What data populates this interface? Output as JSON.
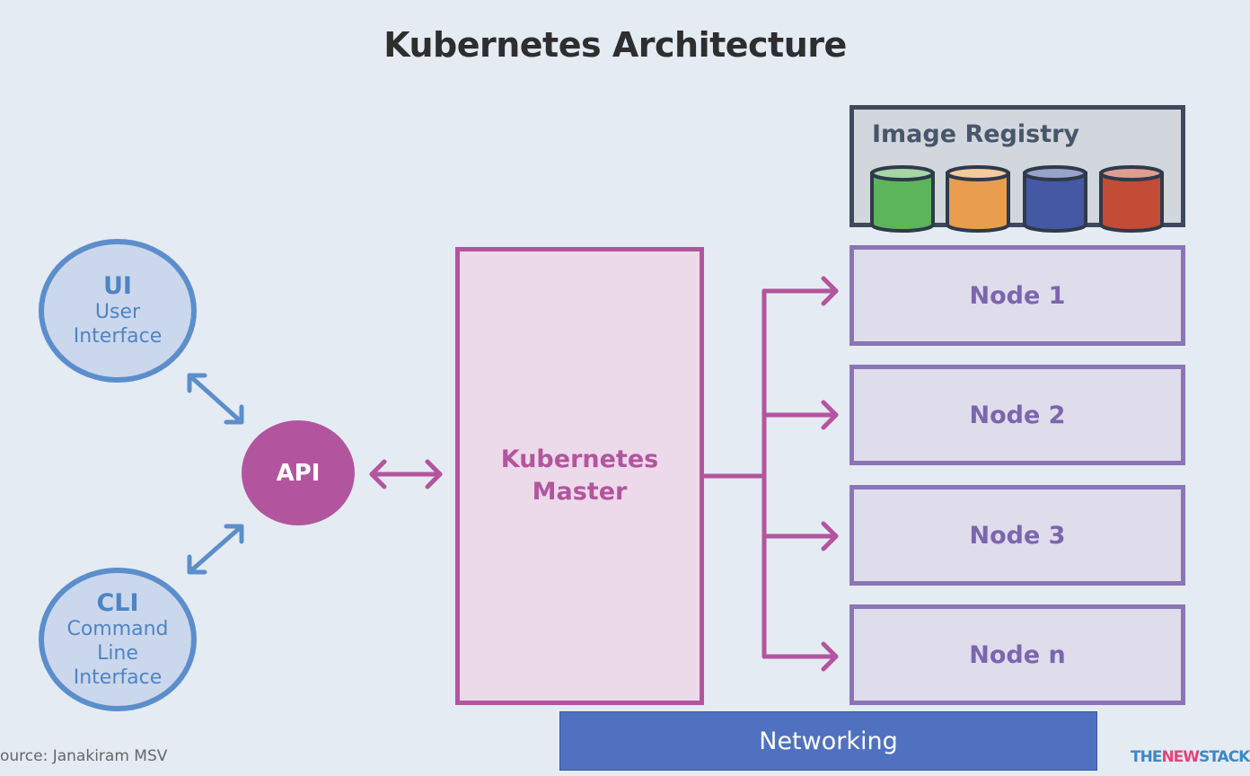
{
  "title": "Kubernetes Architecture",
  "ui_client": {
    "abbr": "UI",
    "line1": "User",
    "line2": "Interface"
  },
  "cli_client": {
    "abbr": "CLI",
    "line1": "Command",
    "line2": "Line",
    "line3": "Interface"
  },
  "api": {
    "label": "API"
  },
  "master": {
    "line1": "Kubernetes",
    "line2": "Master"
  },
  "registry": {
    "label": "Image Registry",
    "images": [
      {
        "color": "#5cb55a"
      },
      {
        "color": "#e99d4f"
      },
      {
        "color": "#4458a3"
      },
      {
        "color": "#c24c35"
      }
    ]
  },
  "nodes": [
    {
      "label": "Node 1"
    },
    {
      "label": "Node 2"
    },
    {
      "label": "Node 3"
    },
    {
      "label": "Node n"
    }
  ],
  "networking": {
    "label": "Networking"
  },
  "footer": {
    "source": "ource: Janakiram MSV",
    "brand_a": "THE",
    "brand_b": "NEW",
    "brand_c": "STACK"
  },
  "colors": {
    "client_blue": "#5b8ecb",
    "master_pink": "#b3559e",
    "node_purple": "#8a75b5",
    "networking_blue": "#4f71c0"
  }
}
